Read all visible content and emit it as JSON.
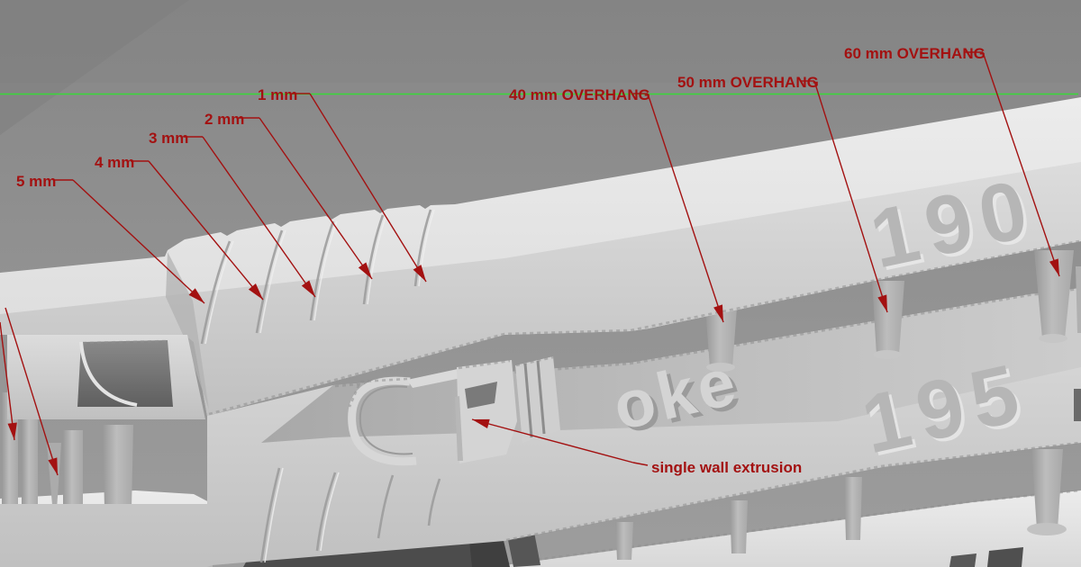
{
  "annotations": {
    "color": "#a31111",
    "ridge_labels": [
      {
        "text": "5 mm"
      },
      {
        "text": "4 mm"
      },
      {
        "text": "3 mm"
      },
      {
        "text": "2 mm"
      },
      {
        "text": "1 mm"
      }
    ],
    "overhang_labels": [
      {
        "text": "40 mm OVERHANG"
      },
      {
        "text": "50 mm OVERHANG"
      },
      {
        "text": "60 mm OVERHANG"
      }
    ],
    "single_wall_label": "single wall extrusion"
  },
  "model": {
    "bar1_number": "190",
    "bar2_number": "195",
    "bar2_top_text": "oke"
  },
  "reference_line": {
    "color": "#38d838"
  }
}
